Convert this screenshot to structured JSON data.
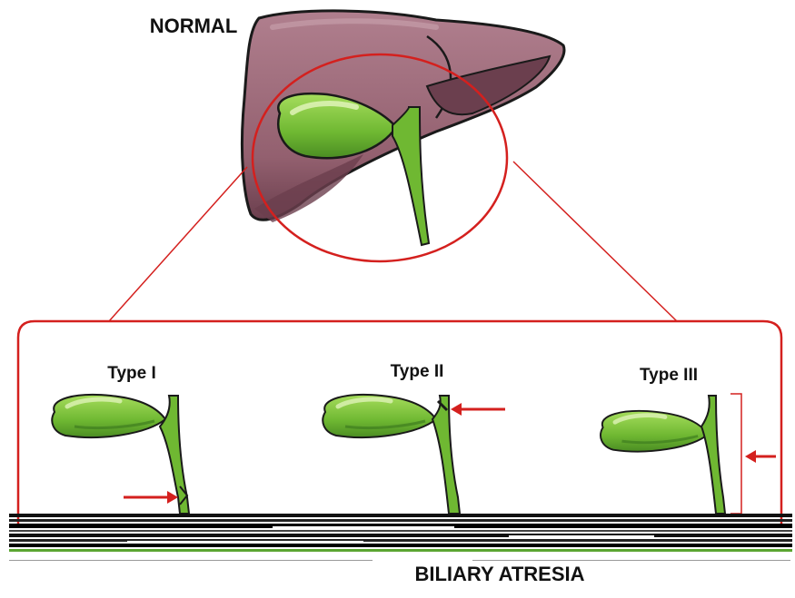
{
  "labels": {
    "top": "NORMAL",
    "bottom": "BILIARY ATRESIA"
  },
  "types": [
    {
      "label": "Type I"
    },
    {
      "label": "Type II"
    },
    {
      "label": "Type III"
    }
  ],
  "colors": {
    "liver": "#9a6878",
    "liver_dark": "#6b3f4e",
    "gallbladder": "#7cc23a",
    "gallbladder_dark": "#3f7d1f",
    "outline": "#1a1a1a",
    "highlight": "#d4201e",
    "panel_border": "#d4201e"
  },
  "icons": {
    "liver": "liver-illustration",
    "gallbladder": "gallbladder-illustration",
    "arrow": "red-arrow-left"
  }
}
